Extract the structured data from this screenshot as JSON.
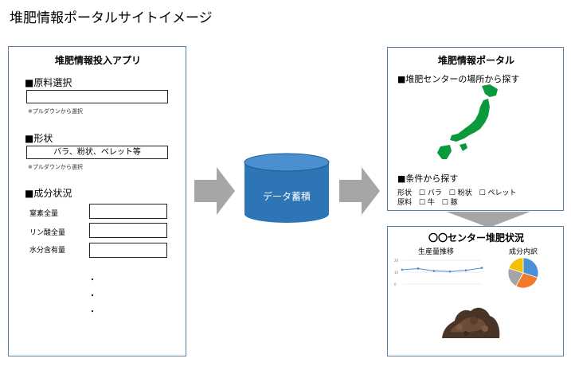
{
  "page_title": "堆肥情報ポータルサイトイメージ",
  "app": {
    "title": "堆肥情報投入アプリ",
    "section_material": "■原料選択",
    "note_material": "※プルダウンから選択",
    "section_shape": "■形状",
    "shape_value": "バラ、粉状、ペレット等",
    "note_shape": "※プルダウンから選択",
    "section_components": "■成分状況",
    "components": [
      "窒素全量",
      "リン酸全量",
      "水分含有量"
    ],
    "ellipsis": [
      "・",
      "・",
      "・"
    ]
  },
  "database": {
    "label": "データ蓄積"
  },
  "portal": {
    "title": "堆肥情報ポータル",
    "search_location": "■堆肥センターの場所から探す",
    "search_condition": "■条件から探す",
    "shape_label": "形状",
    "shape_options": [
      "バラ",
      "粉状",
      "ペレット"
    ],
    "material_label": "原料",
    "material_options": [
      "牛",
      "豚"
    ],
    "checkbox": "☐"
  },
  "center": {
    "title": "〇〇センター堆肥状況",
    "production_label": "生産量推移",
    "composition_label": "成分内訳",
    "chart_data": {
      "type": "line",
      "x": [
        1,
        2,
        3,
        4,
        5,
        6
      ],
      "series": [
        {
          "values": [
            12,
            13,
            11,
            10.5,
            11.5,
            13.5
          ]
        }
      ],
      "ylim": [
        0,
        20
      ],
      "yticks": [
        "20",
        "10",
        "0"
      ]
    },
    "pie_data": {
      "type": "pie",
      "values": [
        30,
        28,
        22,
        20
      ],
      "colors": [
        "#4a90d9",
        "#f07a2a",
        "#a5a5a5",
        "#f5c000"
      ]
    }
  },
  "colors": {
    "map_green": "#0a9a3c",
    "db_blue": "#2e75b6",
    "arrow_gray": "#a6a6a6",
    "panel_border": "#5b7fa6"
  }
}
